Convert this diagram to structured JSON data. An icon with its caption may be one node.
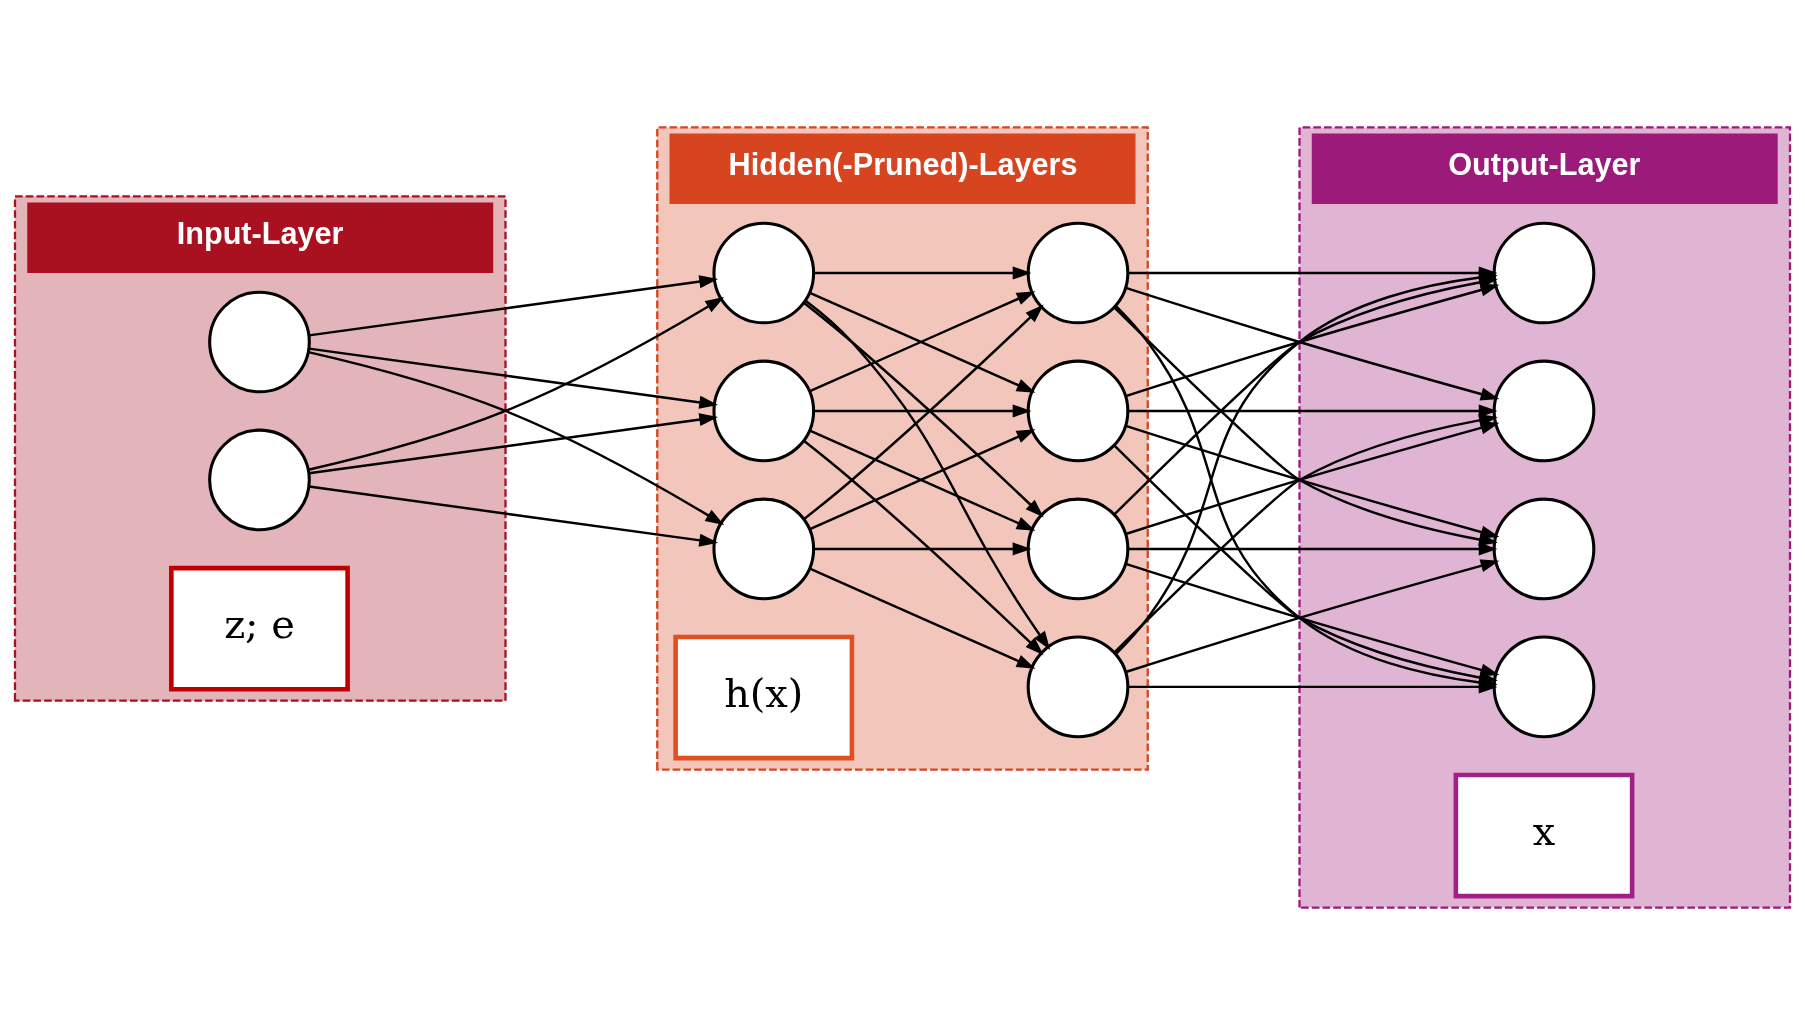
{
  "diagram": {
    "nodes": [
      {
        "text": [
          "Input-Layer"
        ]
      },
      {
        "text": [],
        "shape": "circle",
        "in": 0
      },
      {
        "text": [],
        "shape": "circle",
        "in": 0
      },
      {
        "text": [
          "z; e"
        ],
        "in": 0
      },
      {
        "text": [
          "Hidden(-Pruned)-Layers"
        ]
      },
      {
        "text": [],
        "shape": "circle",
        "in": 4
      },
      {
        "text": [],
        "shape": "circle",
        "in": 4
      },
      {
        "text": [],
        "shape": "circle",
        "in": 4
      },
      {
        "text": [],
        "shape": "circle",
        "in": 4
      },
      {
        "text": [],
        "shape": "circle",
        "in": 4
      },
      {
        "text": [],
        "shape": "circle",
        "in": 4
      },
      {
        "text": [],
        "shape": "circle",
        "in": 4
      },
      {
        "text": [
          "h(x)"
        ],
        "in": 4
      },
      {
        "text": [
          "Output-Layer"
        ]
      },
      {
        "text": [],
        "shape": "circle",
        "in": 13
      },
      {
        "text": [],
        "shape": "circle",
        "in": 13
      },
      {
        "text": [],
        "shape": "circle",
        "in": 13
      },
      {
        "text": [],
        "shape": "circle",
        "in": 13
      },
      {
        "text": [
          "x"
        ],
        "in": 13
      }
    ],
    "edges": [
      {
        "from": 1,
        "to": 5,
        "arrow": "to"
      },
      {
        "from": 1,
        "to": 6,
        "arrow": "to"
      },
      {
        "from": 1,
        "to": 7,
        "arrow": "to"
      },
      {
        "from": 2,
        "to": 5,
        "arrow": "to"
      },
      {
        "from": 2,
        "to": 6,
        "arrow": "to"
      },
      {
        "from": 2,
        "to": 7,
        "arrow": "to"
      },
      {
        "from": 5,
        "to": 8,
        "arrow": "to"
      },
      {
        "from": 5,
        "to": 9,
        "arrow": "to"
      },
      {
        "from": 5,
        "to": 10,
        "arrow": "to"
      },
      {
        "from": 5,
        "to": 11,
        "arrow": "to"
      },
      {
        "from": 6,
        "to": 8,
        "arrow": "to"
      },
      {
        "from": 6,
        "to": 9,
        "arrow": "to"
      },
      {
        "from": 6,
        "to": 10,
        "arrow": "to"
      },
      {
        "from": 6,
        "to": 11,
        "arrow": "to"
      },
      {
        "from": 7,
        "to": 8,
        "arrow": "to"
      },
      {
        "from": 7,
        "to": 9,
        "arrow": "to"
      },
      {
        "from": 7,
        "to": 10,
        "arrow": "to"
      },
      {
        "from": 7,
        "to": 11,
        "arrow": "to"
      },
      {
        "from": 8,
        "to": 14,
        "arrow": "to"
      },
      {
        "from": 8,
        "to": 15,
        "arrow": "to"
      },
      {
        "from": 8,
        "to": 16,
        "arrow": "to"
      },
      {
        "from": 8,
        "to": 17,
        "arrow": "to"
      },
      {
        "from": 9,
        "to": 14,
        "arrow": "to"
      },
      {
        "from": 9,
        "to": 15,
        "arrow": "to"
      },
      {
        "from": 9,
        "to": 16,
        "arrow": "to"
      },
      {
        "from": 9,
        "to": 17,
        "arrow": "to"
      },
      {
        "from": 10,
        "to": 14,
        "arrow": "to"
      },
      {
        "from": 10,
        "to": 15,
        "arrow": "to"
      },
      {
        "from": 10,
        "to": 16,
        "arrow": "to"
      },
      {
        "from": 10,
        "to": 17,
        "arrow": "to"
      },
      {
        "from": 11,
        "to": 14,
        "arrow": "to"
      },
      {
        "from": 11,
        "to": 15,
        "arrow": "to"
      },
      {
        "from": 11,
        "to": 16,
        "arrow": "to"
      },
      {
        "from": 11,
        "to": 17,
        "arrow": "to"
      }
    ]
  }
}
